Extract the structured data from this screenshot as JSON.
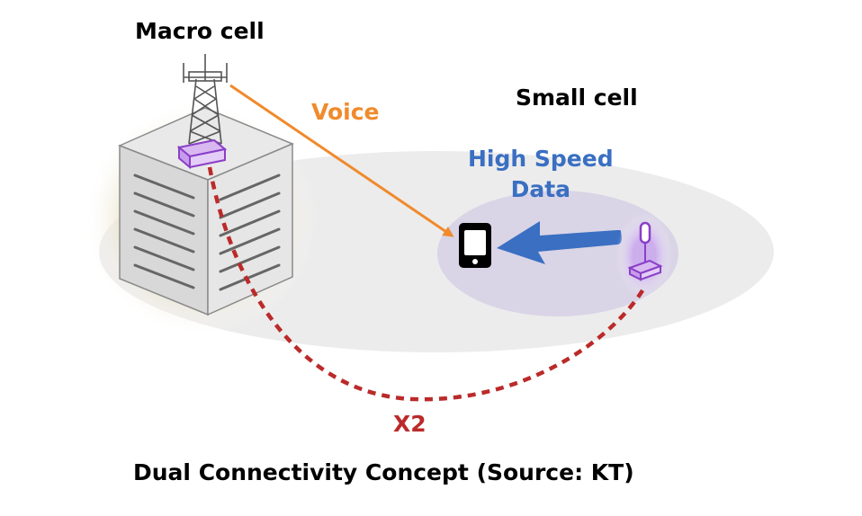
{
  "labels": {
    "macro_cell": "Macro cell",
    "small_cell": "Small cell",
    "voice": "Voice",
    "high_speed_line1": "High Speed",
    "high_speed_line2": "Data",
    "x2": "X2"
  },
  "caption": "Dual Connectivity Concept (Source: KT)",
  "colors": {
    "voice": "#f08a2c",
    "high_speed_data": "#3a6fc2",
    "x2": "#bb2a2a",
    "small_cell_area": "#d9d4e6",
    "coverage_area": "#ececec",
    "base_station": "#8a3fc7",
    "building": "#dcdcdc",
    "text": "#000000"
  },
  "icons": {
    "macro_tower": "macro-tower-icon",
    "macro_base_station": "macro-base-station-icon",
    "small_cell_station": "small-cell-antenna-icon",
    "phone": "smartphone-icon",
    "building": "office-building-icon"
  }
}
